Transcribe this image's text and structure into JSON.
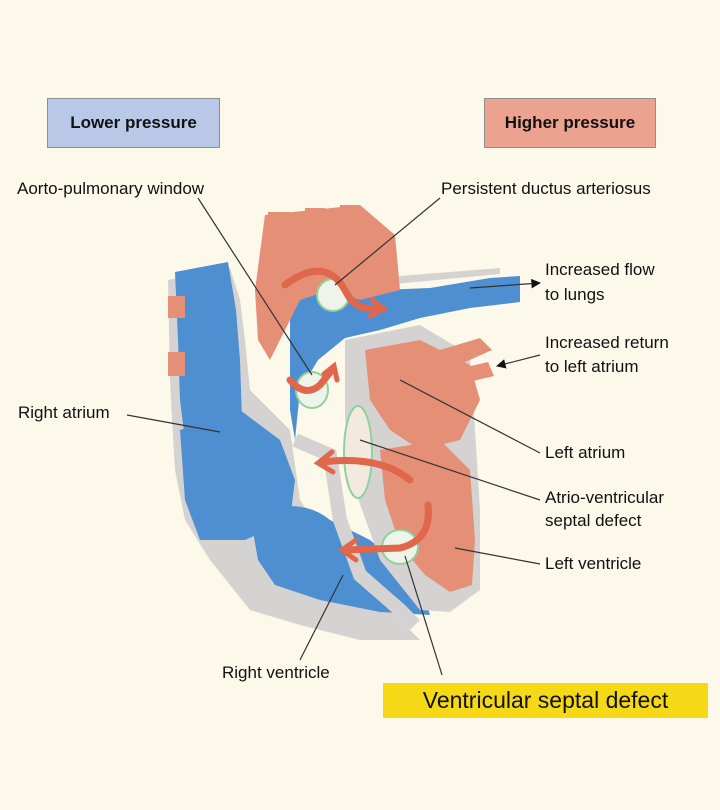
{
  "legend": {
    "lower": {
      "label": "Lower pressure",
      "color": "#b8c8e6"
    },
    "higher": {
      "label": "Higher pressure",
      "color": "#eba28e"
    }
  },
  "colors": {
    "low_pressure": "#4e8fd2",
    "high_pressure": "#e58f77",
    "wall": "#d5d3d1",
    "arrow": "#e0664c",
    "highlight": "#f5d816"
  },
  "labels": {
    "aorto_pulmonary_window": "Aorto-pulmonary window",
    "persistent_ductus": "Persistent ductus arteriosus",
    "increased_flow_line1": "Increased flow",
    "increased_flow_line2": "to lungs",
    "increased_return_line1": "Increased return",
    "increased_return_line2": "to left atrium",
    "right_atrium": "Right atrium",
    "left_atrium": "Left atrium",
    "av_septal_line1": "Atrio-ventricular",
    "av_septal_line2": "septal defect",
    "left_ventricle": "Left ventricle",
    "right_ventricle": "Right ventricle",
    "ventricular_septal_defect": "Ventricular septal defect"
  }
}
